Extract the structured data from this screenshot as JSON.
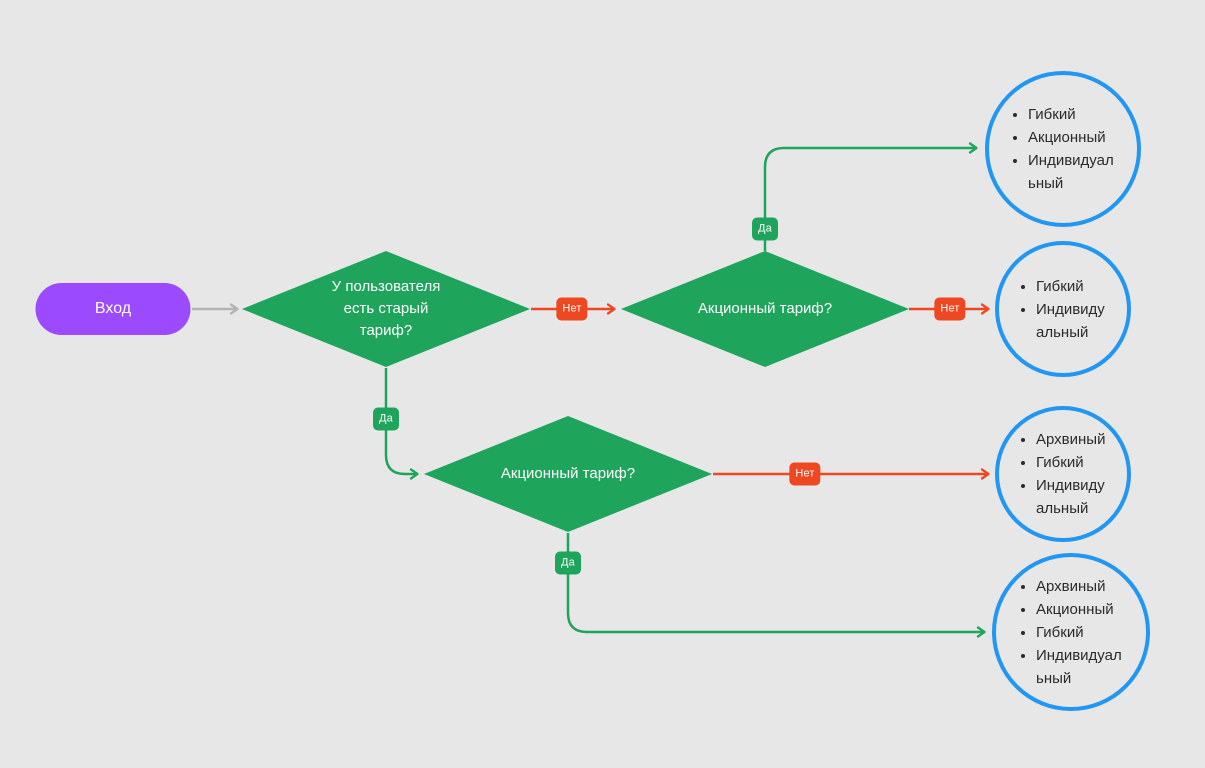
{
  "colors": {
    "background": "#e7e7e7",
    "start_fill": "#9b4bfd",
    "decision_fill": "#1fa45c",
    "yes": "#1fa45c",
    "no": "#ee4823",
    "outcome_stroke": "#2196f3",
    "neutral_arrow": "#b3b3b3",
    "text_dark": "#2b2b2b"
  },
  "start": {
    "label": "Вход"
  },
  "decisions": [
    {
      "id": "old-tariff",
      "label": "У пользователя есть старый тариф?"
    },
    {
      "id": "promo-top",
      "label": "Акционный тариф?"
    },
    {
      "id": "promo-bottom",
      "label": "Акционный тариф?"
    }
  ],
  "edges": [
    {
      "from": "start",
      "to": "old-tariff",
      "label": ""
    },
    {
      "from": "old-tariff",
      "to": "promo-top",
      "label": "Нет"
    },
    {
      "from": "promo-top",
      "to": "outcome-1",
      "label": "Да"
    },
    {
      "from": "promo-top",
      "to": "outcome-2",
      "label": "Нет"
    },
    {
      "from": "old-tariff",
      "to": "promo-bottom",
      "label": "Да"
    },
    {
      "from": "promo-bottom",
      "to": "outcome-3",
      "label": "Нет"
    },
    {
      "from": "promo-bottom",
      "to": "outcome-4",
      "label": "Да"
    }
  ],
  "outcomes": [
    {
      "id": "outcome-1",
      "items": [
        "Гибкий",
        "Акционный",
        "Индивидуальный"
      ]
    },
    {
      "id": "outcome-2",
      "items": [
        "Гибкий",
        "Индивидуальный"
      ]
    },
    {
      "id": "outcome-3",
      "items": [
        "Архвиный",
        "Гибкий",
        "Индивидуальный"
      ]
    },
    {
      "id": "outcome-4",
      "items": [
        "Архвиный",
        "Акционный",
        "Гибкий",
        "Индивидуальный"
      ]
    }
  ]
}
